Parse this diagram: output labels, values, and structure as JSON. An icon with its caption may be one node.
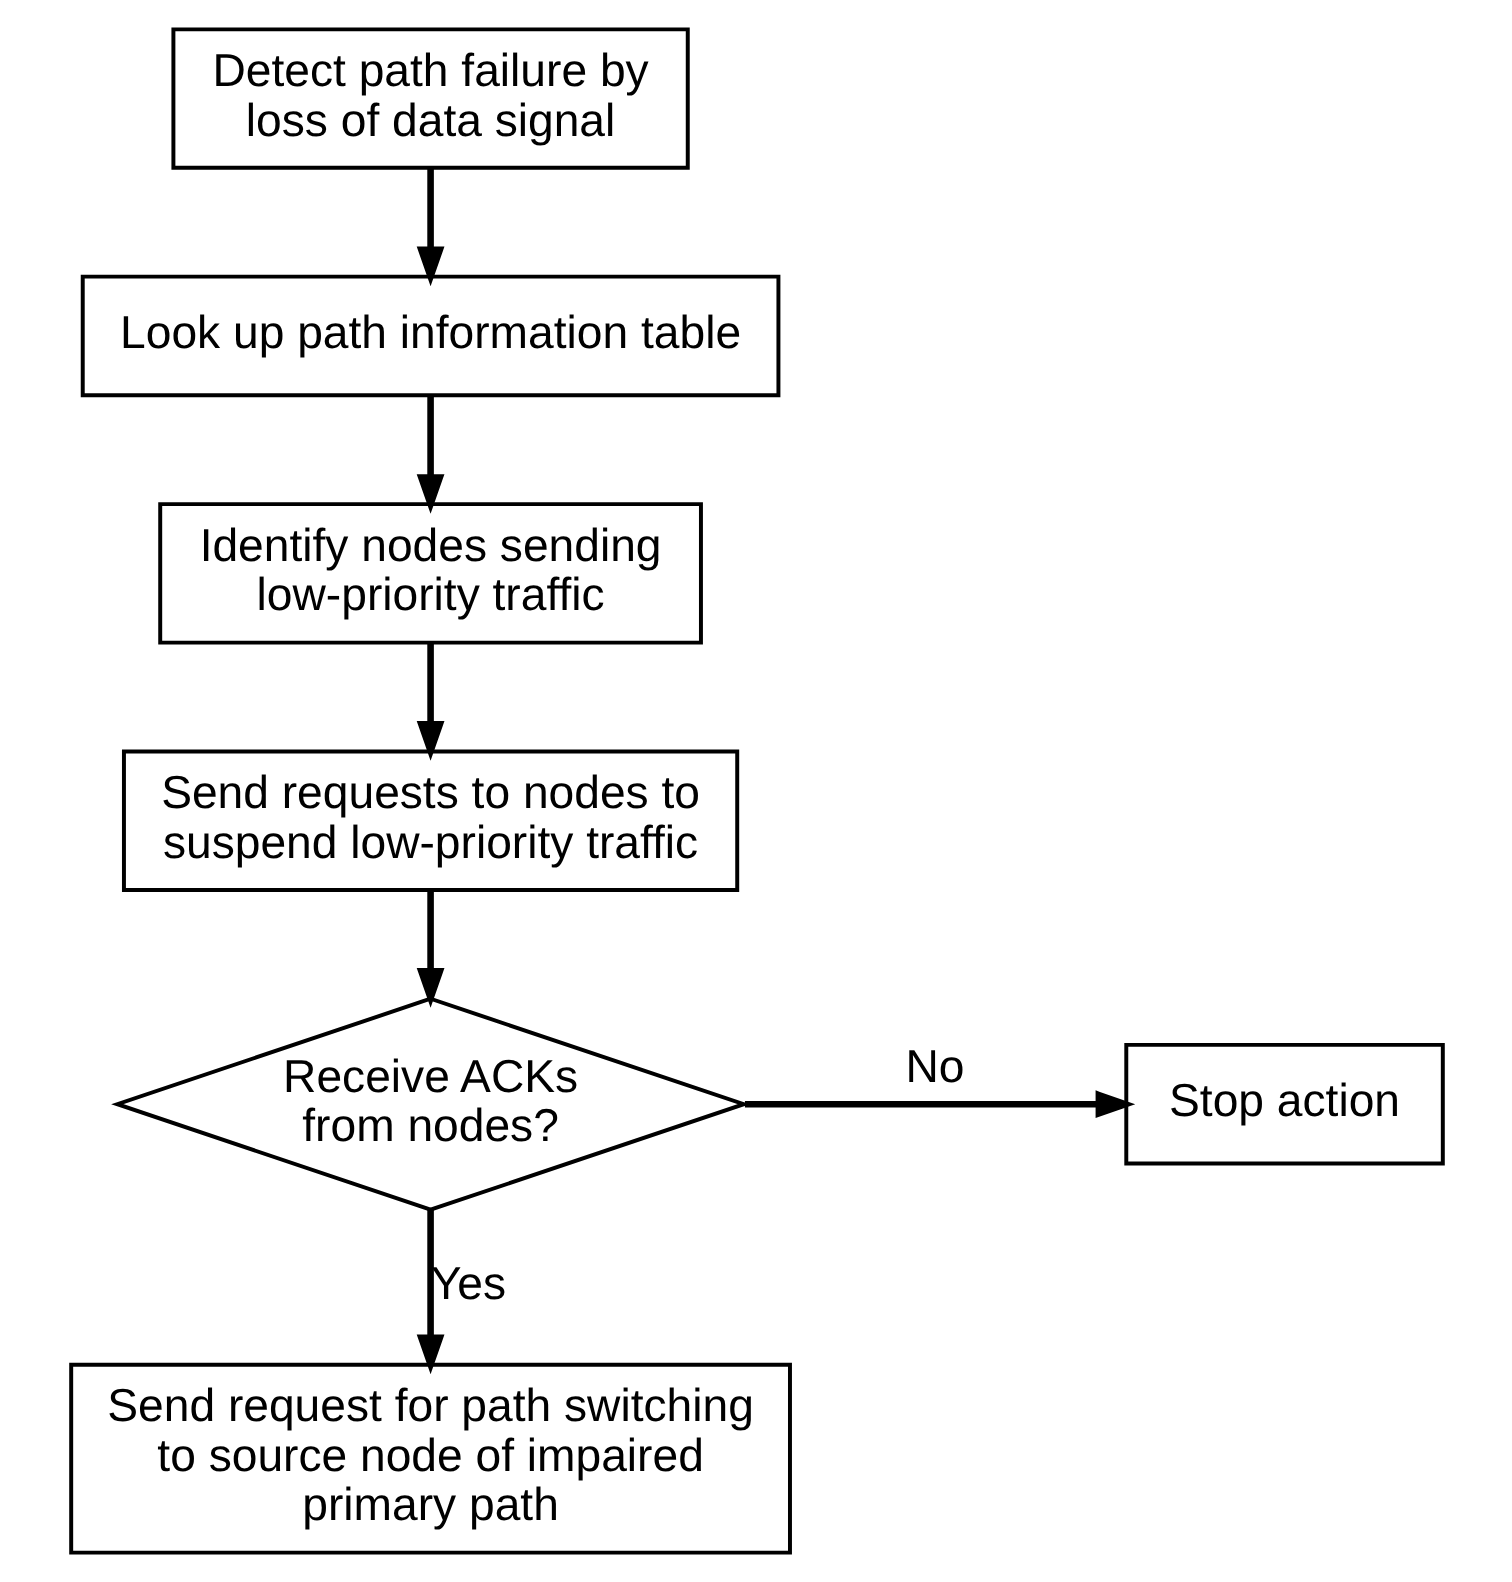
{
  "diagram": {
    "nodes": [
      {
        "text": [
          "Detect path failure by loss of data signal"
        ]
      },
      {
        "text": [
          "Look up path information table"
        ]
      },
      {
        "text": [
          "Identify nodes sending low-priority traffic"
        ]
      },
      {
        "text": [
          "Send requests to nodes to suspend low-priority traffic"
        ]
      },
      {
        "text": [
          "Receive ACKs from nodes?"
        ]
      },
      {
        "text": [
          "Stop action"
        ]
      },
      {
        "text": [
          "Send request for path switching to source node of impaired primary path"
        ]
      }
    ],
    "edges": [
      {
        "from": 0,
        "to": 1,
        "arrow": "to"
      },
      {
        "from": 1,
        "to": 2,
        "arrow": "to"
      },
      {
        "from": 2,
        "to": 3,
        "arrow": "to"
      },
      {
        "from": 3,
        "to": 4,
        "arrow": "to"
      },
      {
        "from": 4,
        "to": 5,
        "arrow": "to",
        "label": "No"
      },
      {
        "from": 4,
        "to": 6,
        "arrow": "to",
        "label": "Yes"
      }
    ]
  }
}
